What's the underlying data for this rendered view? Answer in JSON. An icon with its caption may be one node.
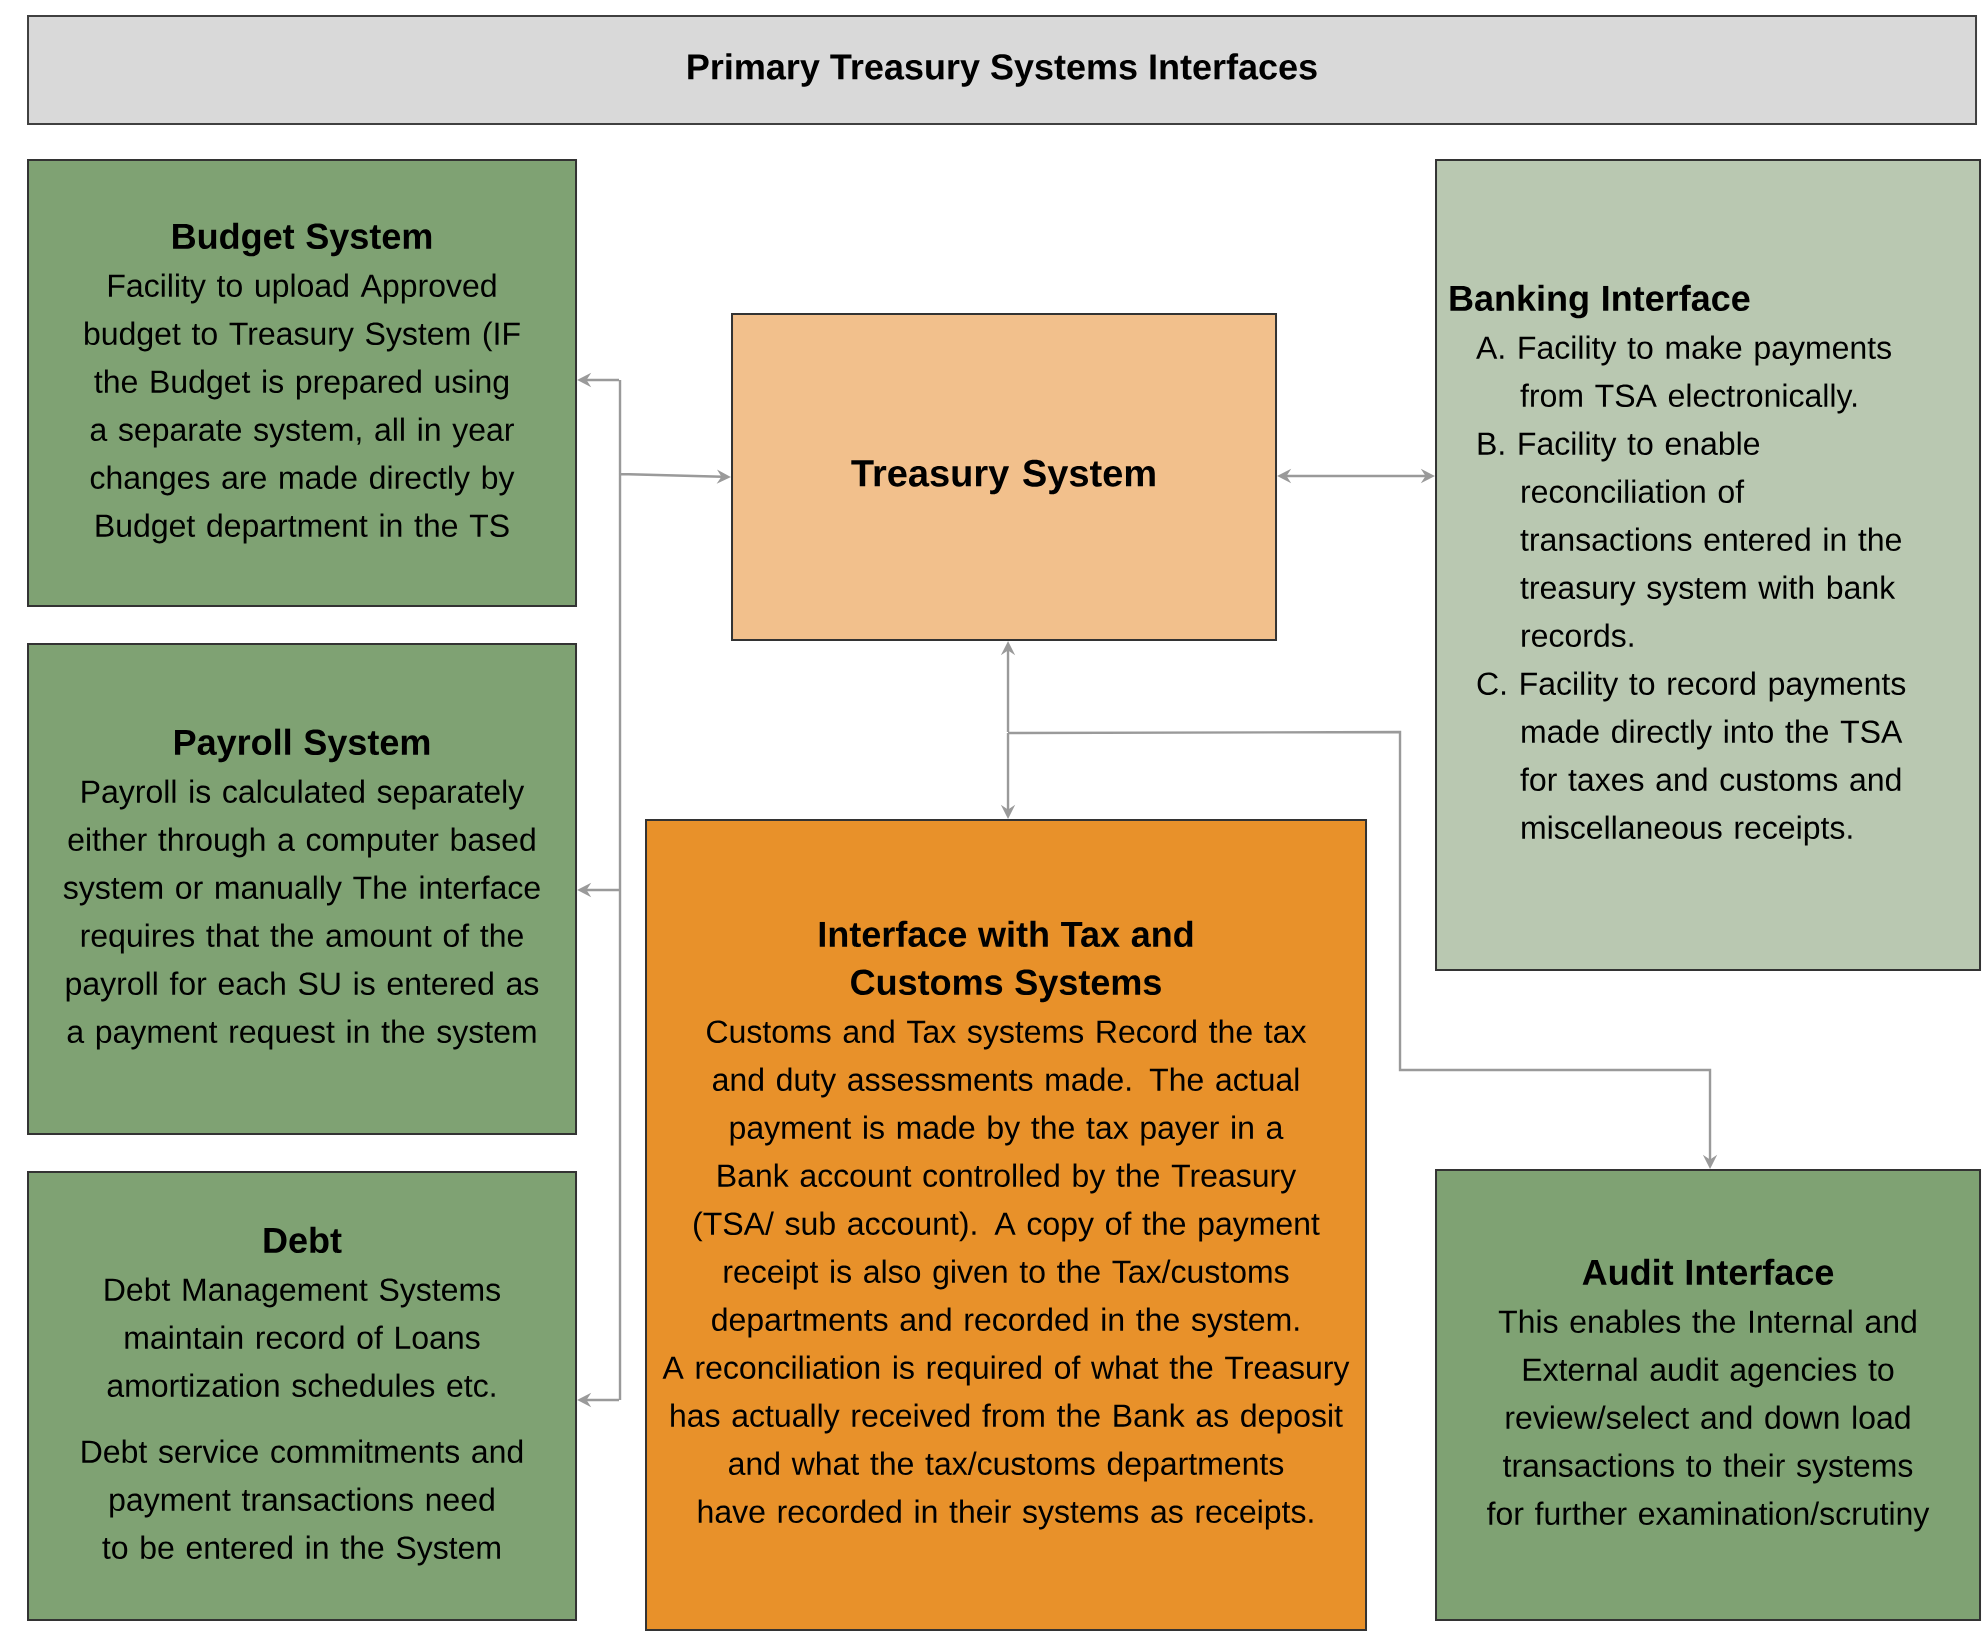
{
  "diagram": {
    "title": "Primary Treasury Systems Interfaces",
    "nodes": [
      {
        "text": [
          "Budget System",
          "Facility to upload Approved budget to Treasury System (IF the Budget is prepared using a separate system, all in year changes are made directly by Budget department in the TS"
        ]
      },
      {
        "text": [
          "Treasury System"
        ]
      },
      {
        "text": [
          "Banking Interface",
          "A. Facility to make payments from TSA electronically.",
          "B. Facility to enable reconciliation of transactions entered in the treasury system with bank records.",
          "C. Facility to record payments made directly into the TSA for taxes and customs and miscellaneous receipts."
        ]
      },
      {
        "text": [
          "Payroll System",
          "Payroll is calculated separately either through a computer based system or manually The interface requires that the amount of the payroll for each SU is entered as a payment request in the system"
        ]
      },
      {
        "text": [
          "Interface with Tax and Customs Systems",
          "Customs and Tax systems Record the tax and duty assessments made. The actual payment is made by the tax payer in a Bank account controlled by the Treasury (TSA/ sub account). A copy of the payment receipt is also given to the Tax/customs departments and recorded in the system.",
          "A reconciliation is required of what the Treasury has actually received from the Bank as deposit and what the tax/customs departments have recorded in their systems as receipts."
        ]
      },
      {
        "text": [
          "Debt",
          "Debt Management Systems maintain record of Loans amortization schedules etc.",
          "Debt service commitments and payment transactions need to be entered in the System"
        ]
      },
      {
        "text": [
          "Audit Interface",
          "This enables the Internal and External audit agencies to review/select and down load transactions to their systems for further examination/scrutiny"
        ]
      }
    ],
    "edges": [
      {
        "from": 1,
        "to": 0,
        "arrow": "both"
      },
      {
        "from": 1,
        "to": 3,
        "arrow": "both"
      },
      {
        "from": 1,
        "to": 5,
        "arrow": "both"
      },
      {
        "from": 1,
        "to": 2,
        "arrow": "both"
      },
      {
        "from": 1,
        "to": 4,
        "arrow": "both"
      },
      {
        "from": 1,
        "to": 6,
        "arrow": "both"
      }
    ]
  }
}
